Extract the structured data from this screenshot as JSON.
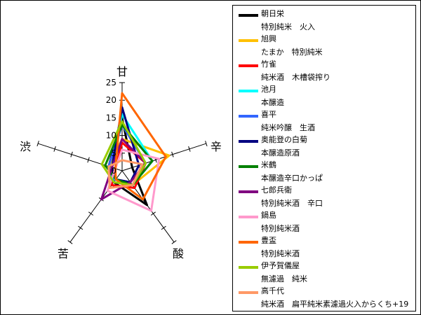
{
  "chart_data": {
    "type": "radar",
    "axes": [
      "甘",
      "辛",
      "酸",
      "苦",
      "渋"
    ],
    "scale_ticks": [
      0,
      5,
      10,
      15,
      20,
      25
    ],
    "range": [
      0,
      25
    ],
    "legend_position": "right",
    "series": [
      {
        "name": "朝日栄",
        "sub": "特別純米　火入",
        "color": "#000000",
        "values": [
          15,
          3,
          12,
          4,
          4
        ]
      },
      {
        "name": "旭興",
        "sub": "たまか　特別純米",
        "color": "#ffc000",
        "values": [
          9,
          14,
          5,
          3,
          4
        ]
      },
      {
        "name": "竹雀",
        "sub": "純米酒　木槽袋搾り",
        "color": "#ff0000",
        "values": [
          8,
          7,
          6,
          5,
          2
        ]
      },
      {
        "name": "池月",
        "sub": "本醸造",
        "color": "#00ffff",
        "values": [
          16,
          9,
          5,
          4,
          3
        ]
      },
      {
        "name": "喜平",
        "sub": "純米吟醸　生酒",
        "color": "#3366ff",
        "values": [
          13,
          7,
          5,
          4,
          4
        ]
      },
      {
        "name": "奥能登の白菊",
        "sub": "本醸造原酒",
        "color": "#000080",
        "values": [
          18,
          5,
          4,
          3,
          3
        ]
      },
      {
        "name": "米鶴",
        "sub": "本醸造辛口かっぱ",
        "color": "#008000",
        "values": [
          13,
          9,
          5,
          3,
          5
        ]
      },
      {
        "name": "七郎兵衛",
        "sub": "特別純米酒　辛口",
        "color": "#800080",
        "values": [
          9,
          7,
          4,
          10,
          3
        ]
      },
      {
        "name": "鍋島",
        "sub": "特別純米酒",
        "color": "#ff99cc",
        "values": [
          6,
          11,
          14,
          7,
          2
        ]
      },
      {
        "name": "豊盃",
        "sub": "特別純米酒",
        "color": "#ff6600",
        "values": [
          22,
          13,
          10,
          3,
          2
        ]
      },
      {
        "name": "伊予賀儀屋",
        "sub": "無濾過　純米",
        "color": "#99cc00",
        "values": [
          14,
          7,
          5,
          4,
          6
        ]
      },
      {
        "name": "高千代",
        "sub": "純米酒　扁平純米素濾過火入からくち+19",
        "color": "#ff9966",
        "values": [
          3,
          6,
          5,
          6,
          4
        ]
      }
    ]
  }
}
